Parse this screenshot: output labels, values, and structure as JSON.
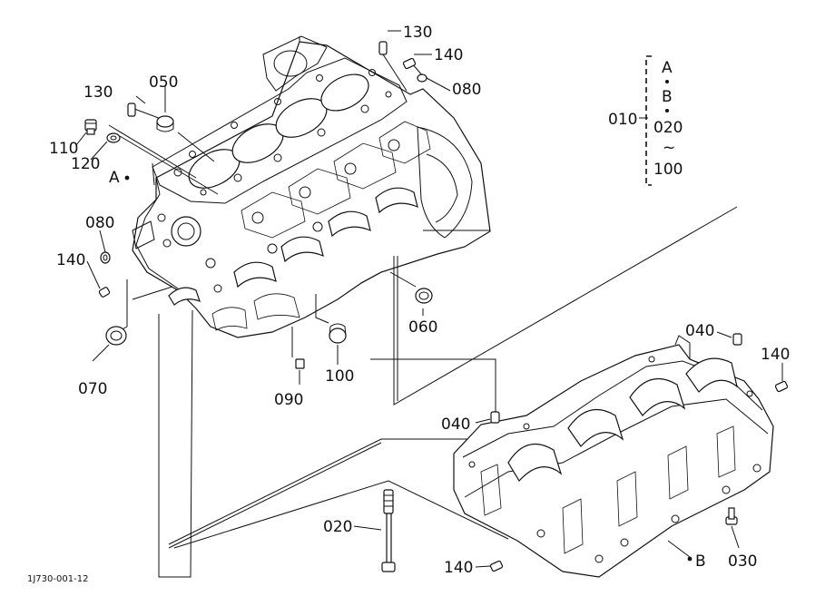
{
  "drawing_code": "1J730-001-12",
  "callouts": {
    "p010": "010",
    "p020": "020",
    "p030": "030",
    "p040a": "040",
    "p040b": "040",
    "p050": "050",
    "p060": "060",
    "p070": "070",
    "p080a": "080",
    "p080b": "080",
    "p090": "090",
    "p100": "100",
    "p110": "110",
    "p120": "120",
    "p130a": "130",
    "p130b": "130",
    "p140a": "140",
    "p140b": "140",
    "p140c": "140",
    "p140d": "140"
  },
  "kit_bracket": {
    "items": [
      "A",
      "B",
      "020",
      "~",
      "100"
    ]
  },
  "reference_marks": {
    "a": "A",
    "b": "B"
  }
}
